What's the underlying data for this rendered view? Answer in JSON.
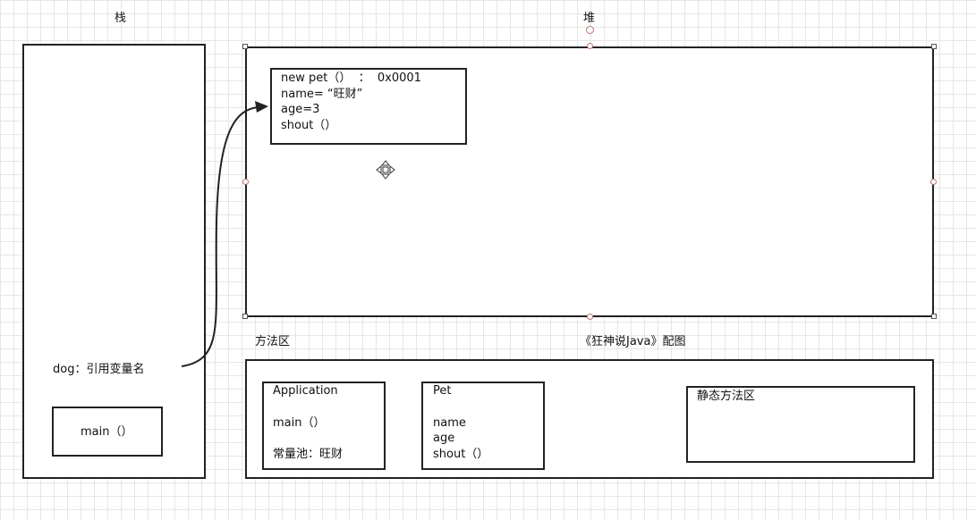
{
  "labels": {
    "stack": "栈",
    "heap": "堆",
    "method_area": "方法区",
    "caption": "《狂神说Java》配图"
  },
  "stack": {
    "reference": "dog：引用变量名",
    "main_box": "main（）"
  },
  "heap": {
    "object_lines": [
      "new pet（）  ：  0x0001",
      "name= “旺财”",
      "age=3",
      "shout（）"
    ]
  },
  "method_area": {
    "application": [
      "Application",
      "",
      "main（）",
      "",
      "常量池：旺财"
    ],
    "pet": [
      "Pet",
      "",
      "name",
      "age",
      "shout（）"
    ],
    "static_area": "静态方法区"
  },
  "colors": {
    "line": "#222222",
    "grid": "#e6e6e6",
    "handle": "#c07070"
  },
  "icons": {
    "move_cursor": "move-cursor-icon"
  }
}
